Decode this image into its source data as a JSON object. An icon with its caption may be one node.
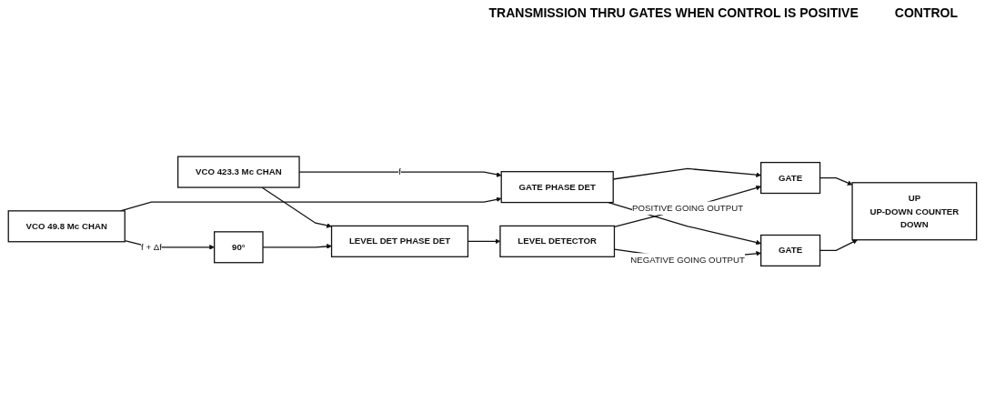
{
  "diagram": {
    "nodes": [
      {
        "text": [
          "VCO 423.3 Mc CHAN"
        ]
      },
      {
        "text": [
          "GATE PHASE DET"
        ]
      },
      {
        "text": [
          "VCO 49.8 Mc CHAN"
        ]
      },
      {
        "text": [
          "90°"
        ]
      },
      {
        "text": [
          "LEVEL DET PHASE DET"
        ]
      },
      {
        "text": [
          "LEVEL DETECTOR"
        ]
      },
      {
        "text": [
          "GATE"
        ]
      },
      {
        "text": [
          "GATE"
        ]
      },
      {
        "text": [
          "UP",
          "UP-DOWN COUNTER",
          "DOWN"
        ]
      }
    ],
    "edges": [
      {
        "from": 0,
        "to": 1,
        "arrow": "to",
        "label": "f"
      },
      {
        "from": 0,
        "to": 4,
        "arrow": "to"
      },
      {
        "from": 2,
        "to": 3,
        "arrow": "to",
        "label": "f + Δf"
      },
      {
        "from": 2,
        "to": 1,
        "arrow": "to"
      },
      {
        "from": 3,
        "to": 4,
        "arrow": "to"
      },
      {
        "from": 4,
        "to": 5,
        "arrow": "to"
      },
      {
        "from": 1,
        "to": 6,
        "arrow": "to"
      },
      {
        "from": 1,
        "to": 7,
        "arrow": "to"
      },
      {
        "from": 5,
        "to": 6,
        "arrow": "to",
        "label": "POSITIVE GOING OUTPUT"
      },
      {
        "from": 5,
        "to": 7,
        "arrow": "to",
        "label": "NEGATIVE GOING OUTPUT"
      },
      {
        "from": 6,
        "to": 8,
        "arrow": "to"
      },
      {
        "from": 7,
        "to": 8,
        "arrow": "to"
      }
    ],
    "labels": [
      "TRANSMISSION THRU GATES WHEN CONTROL IS POSITIVE",
      "CONTROL"
    ]
  }
}
